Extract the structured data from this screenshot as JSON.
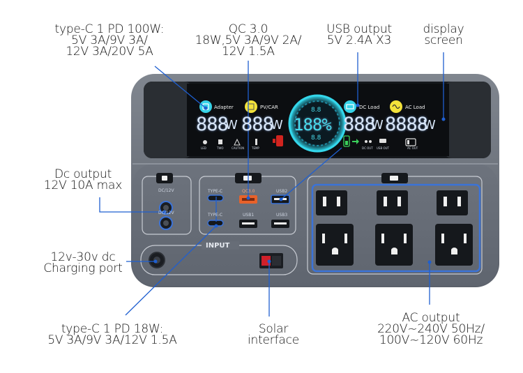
{
  "callouts": {
    "typec_pd100": [
      "type-C 1  PD 100W:",
      "5V 3A/9V 3A/",
      "12V 3A/20V 5A"
    ],
    "qc30": [
      "QC 3.0",
      "18W,5V 3A/9V 2A/",
      "12V 1.5A"
    ],
    "usb_output": [
      "USB output",
      "5V 2.4A X3"
    ],
    "display": [
      "display",
      "screen"
    ],
    "dc_output": [
      "Dc output",
      "12V 10A max"
    ],
    "charging_port": [
      "12v-30v dc",
      "Charging port"
    ],
    "typec_pd18": [
      "type-C 1  PD 18W:",
      "5V 3A/9V 3A/12V 1.5A"
    ],
    "solar": [
      "Solar",
      "interface"
    ],
    "ac_output": [
      "AC output",
      "220V~240V 50Hz/",
      "100V~120V 60Hz"
    ]
  },
  "display": {
    "adapter": "Adapter",
    "pvcar": "PV/CAR",
    "dc_load": "DC Load",
    "ac_load": "AC Load",
    "seg1": "888",
    "seg2": "888",
    "seg3": "888",
    "seg4": "8888",
    "unit": "W",
    "percent": "188%",
    "small_top": "8.8",
    "small_bottom": "8.8",
    "icons": [
      "LED",
      "TWO",
      "CAUTION",
      "TEMP"
    ],
    "icons_right": [
      "DC OUT",
      "USB OUT"
    ],
    "ac_out": "AC OUT"
  },
  "panel": {
    "dc12v_top": "DC/12V",
    "dc12v_bottom": "DC/12V",
    "typec_top": "TYPE-C",
    "qc30": "QC3.0",
    "usb2": "USB2",
    "typec_bottom": "TYPE-C",
    "usb1": "USB1",
    "usb3": "USB3",
    "input": "INPUT"
  },
  "colors": {
    "accent_blue": "#1f5fd0",
    "screen_cyan": "#38d8e8",
    "qc_orange": "#e8622a",
    "anderson_red": "#d0202a",
    "body_gray": "#6e7582"
  }
}
